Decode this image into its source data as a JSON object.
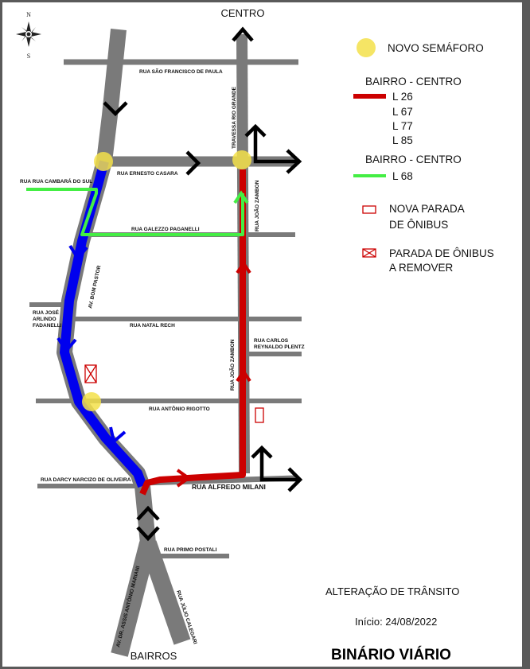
{
  "compass": {
    "north": "N",
    "south": "S"
  },
  "map_labels": {
    "centro": "CENTRO",
    "bairros": "BAIRROS"
  },
  "streets": {
    "sao_francisco": "RUA SÃO FRANCISCO DE PAULA",
    "ernesto_casara": "RUA ERNESTO CASARA",
    "cambara": "RUA RUA CAMBARÁ DO SUL",
    "galezzo": "RUA GALEZZO  PAGANELLI",
    "natal_rech": "RUA NATAL RECH",
    "jose_arlindo_1": "RUA JOSÉ",
    "jose_arlindo_2": "ARLINDO",
    "jose_arlindo_3": "FADANELLI",
    "carlos_1": "RUA CARLOS",
    "carlos_2": "REYNALDO PLENTZ",
    "antonio_rigotto": "RUA ANTÔNIO RIGOTTO",
    "darcy": "RUA DARCY NARCIZO DE OLIVEIRA",
    "alfredo_milani": "RUA ALFREDO MILANI",
    "primo_postali": "RUA PRIMO POSTALI",
    "travessa_rio_grande": "TRAVESSA RIO GRANDE",
    "joao_zambon_upper": "RUA JOÃO ZAMBON",
    "joao_zambon_lower": "RUA JOÃO ZAMBON",
    "bom_pastor": "AV. BOM PASTOR",
    "assis_mariani": "AV. DR. ASSIS ANTÔNIO MARIANI",
    "julio_calegari": "RUA JÚLIO CALEGARI"
  },
  "legend": {
    "semaforo": "NOVO SEMÁFORO",
    "group1_title": "BAIRRO - CENTRO",
    "group1_lines": [
      "L 26",
      "L 67",
      "L 77",
      "L 85"
    ],
    "group2_title": "BAIRRO - CENTRO",
    "group2_lines": [
      "L 68"
    ],
    "nova_parada_1": "NOVA PARADA",
    "nova_parada_2": "DE ÔNIBUS",
    "remover_1": "PARADA DE ÔNIBUS",
    "remover_2": "A REMOVER"
  },
  "footer": {
    "alteracao": "ALTERAÇÃO DE TRÂNSITO",
    "inicio": "Início: 24/08/2022",
    "title": "BINÁRIO VIÁRIO"
  },
  "colors": {
    "street": "#7a7a7a",
    "red_route": "#cc0000",
    "blue_route": "#0000ee",
    "green_route": "#44ee44",
    "signal": "#f3e04a",
    "arrow": "#000000"
  }
}
